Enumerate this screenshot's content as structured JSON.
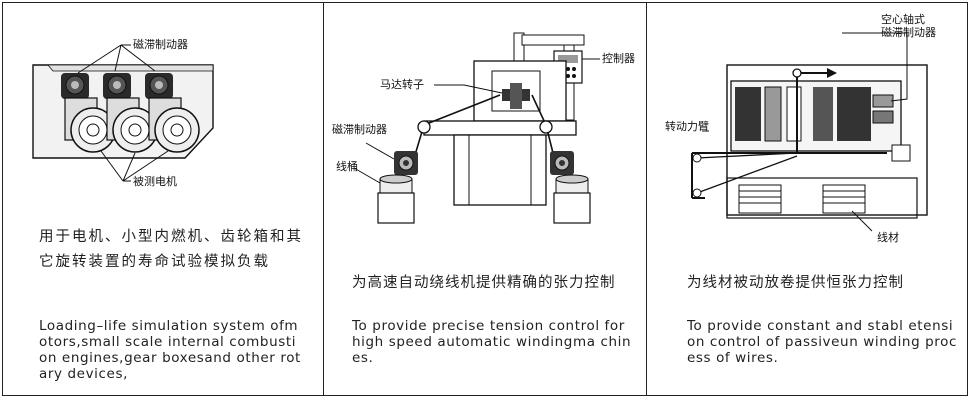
{
  "panels": [
    {
      "labels": {
        "brake": "磁滞制动器",
        "motor": "被测电机"
      },
      "zh": "用于电机、小型内燃机、齿轮箱和其它旋转装置的寿命试验模拟负载",
      "en": "Loading–life simulation system ofmotors,small scale internal combustion engines,gear boxesand other rotary devices,"
    },
    {
      "labels": {
        "controller": "控制器",
        "rotor": "马达转子",
        "brake": "磁滞制动器",
        "spool": "线桶"
      },
      "zh": "为高速自动绕线机提供精确的张力控制",
      "en": "To provide precise tension control forhigh speed automatic windingma chines."
    },
    {
      "labels": {
        "hollow_brake_1": "空心轴式",
        "hollow_brake_2": "磁滞制动器",
        "arm": "转动力臂",
        "wire": "线材"
      },
      "zh": "为线材被动放卷提供恒张力控制",
      "en": "To provide constant and stabl etension control of passiveun winding process of wires."
    }
  ]
}
